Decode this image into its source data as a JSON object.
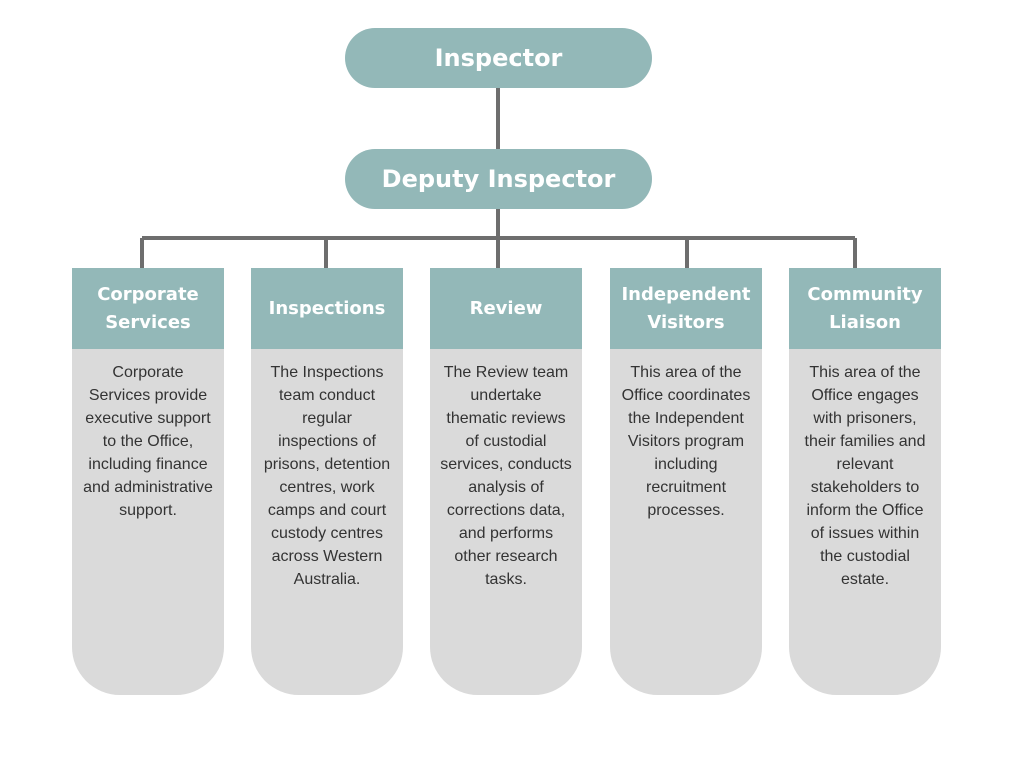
{
  "top": {
    "title": "Inspector"
  },
  "deputy": {
    "title": "Deputy Inspector"
  },
  "colors": {
    "accent": "#93b8b8",
    "card": "#dadada",
    "connector": "#6e6e6e",
    "heading_text": "#ffffff",
    "body_text": "#333333"
  },
  "columns": [
    {
      "title": "Corporate Services",
      "description": "Corporate Services provide executive support to the Office, including finance and administrative support."
    },
    {
      "title": "Inspections",
      "description": "The Inspections team conduct regular inspections of prisons, detention centres, work camps and court custody centres across Western Australia."
    },
    {
      "title": "Review",
      "description": "The Review team undertake thematic reviews of custodial services, conducts analysis of corrections data, and performs other research tasks."
    },
    {
      "title": "Independent Visitors",
      "description": "This area of the Office coordinates the Independent Visitors program including recruitment processes."
    },
    {
      "title": "Community Liaison",
      "description": "This area of the Office engages with prisoners, their families and relevant stakeholders to inform the Office of issues within the custodial estate."
    }
  ]
}
